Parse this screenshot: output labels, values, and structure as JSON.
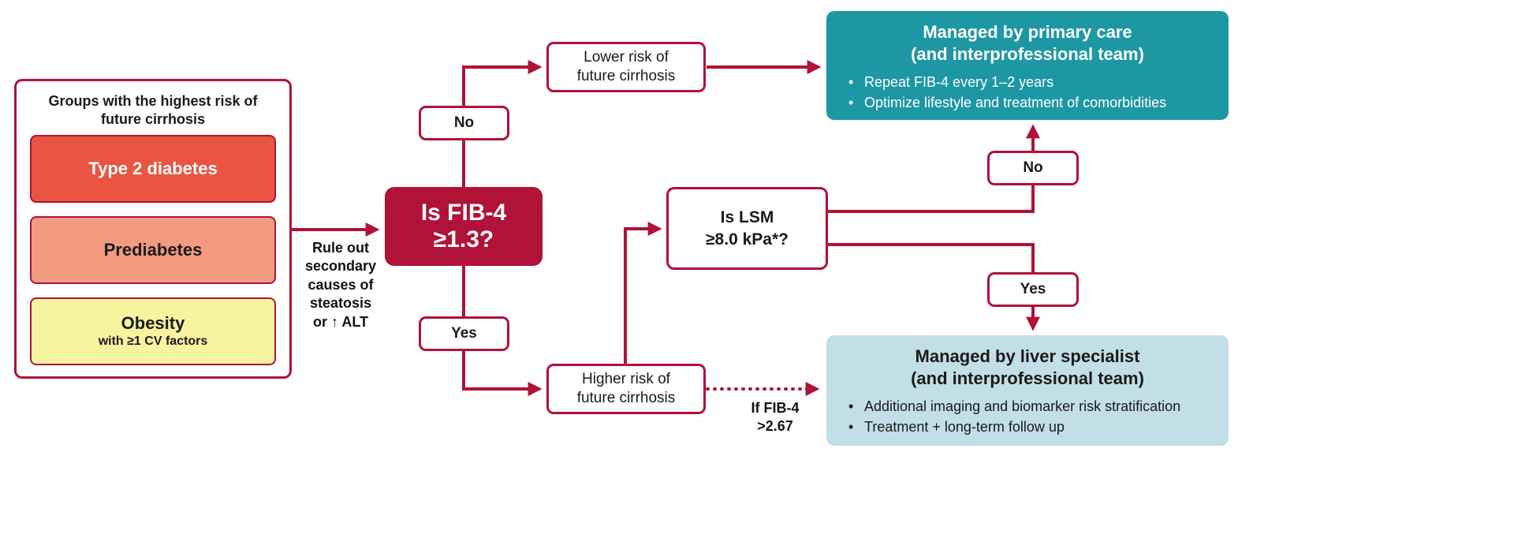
{
  "colors": {
    "line_red": "#B01238",
    "fib4_box": "#B01238",
    "primary_care_box": "#1E97A5",
    "liver_specialist_box": "#C2DEE6",
    "type2_diabetes_box": "#E95540",
    "prediabetes_box": "#F29B80",
    "obesity_box": "#F8F39E"
  },
  "left_panel": {
    "title": "Groups with the highest risk of\nfuture cirrhosis",
    "groups": [
      {
        "label": "Type 2 diabetes"
      },
      {
        "label": "Prediabetes"
      },
      {
        "label": "Obesity",
        "sublabel": "with ≥1 CV factors"
      }
    ]
  },
  "notes": {
    "rule_out": "Rule out\nsecondary\ncauses of\nsteatosis\nor ↑ ALT",
    "if_fib4": "If FIB-4\n>2.67"
  },
  "fib4_decision": {
    "question": "Is FIB-4\n≥1.3?",
    "no_label": "No",
    "yes_label": "Yes"
  },
  "lsm_decision": {
    "question": "Is LSM\n≥8.0 kPa*?",
    "no_label": "No",
    "yes_label": "Yes"
  },
  "outcomes": {
    "lower_risk": "Lower risk of\nfuture cirrhosis",
    "higher_risk": "Higher risk of\nfuture cirrhosis"
  },
  "primary_care": {
    "title": "Managed by primary care\n(and interprofessional team)",
    "bullets": [
      "Repeat FIB-4 every 1–2 years",
      "Optimize lifestyle and treatment of comorbidities"
    ]
  },
  "liver_specialist": {
    "title": "Managed by liver specialist\n(and interprofessional team)",
    "bullets": [
      "Additional imaging and biomarker risk stratification",
      "Treatment + long-term follow up"
    ]
  }
}
